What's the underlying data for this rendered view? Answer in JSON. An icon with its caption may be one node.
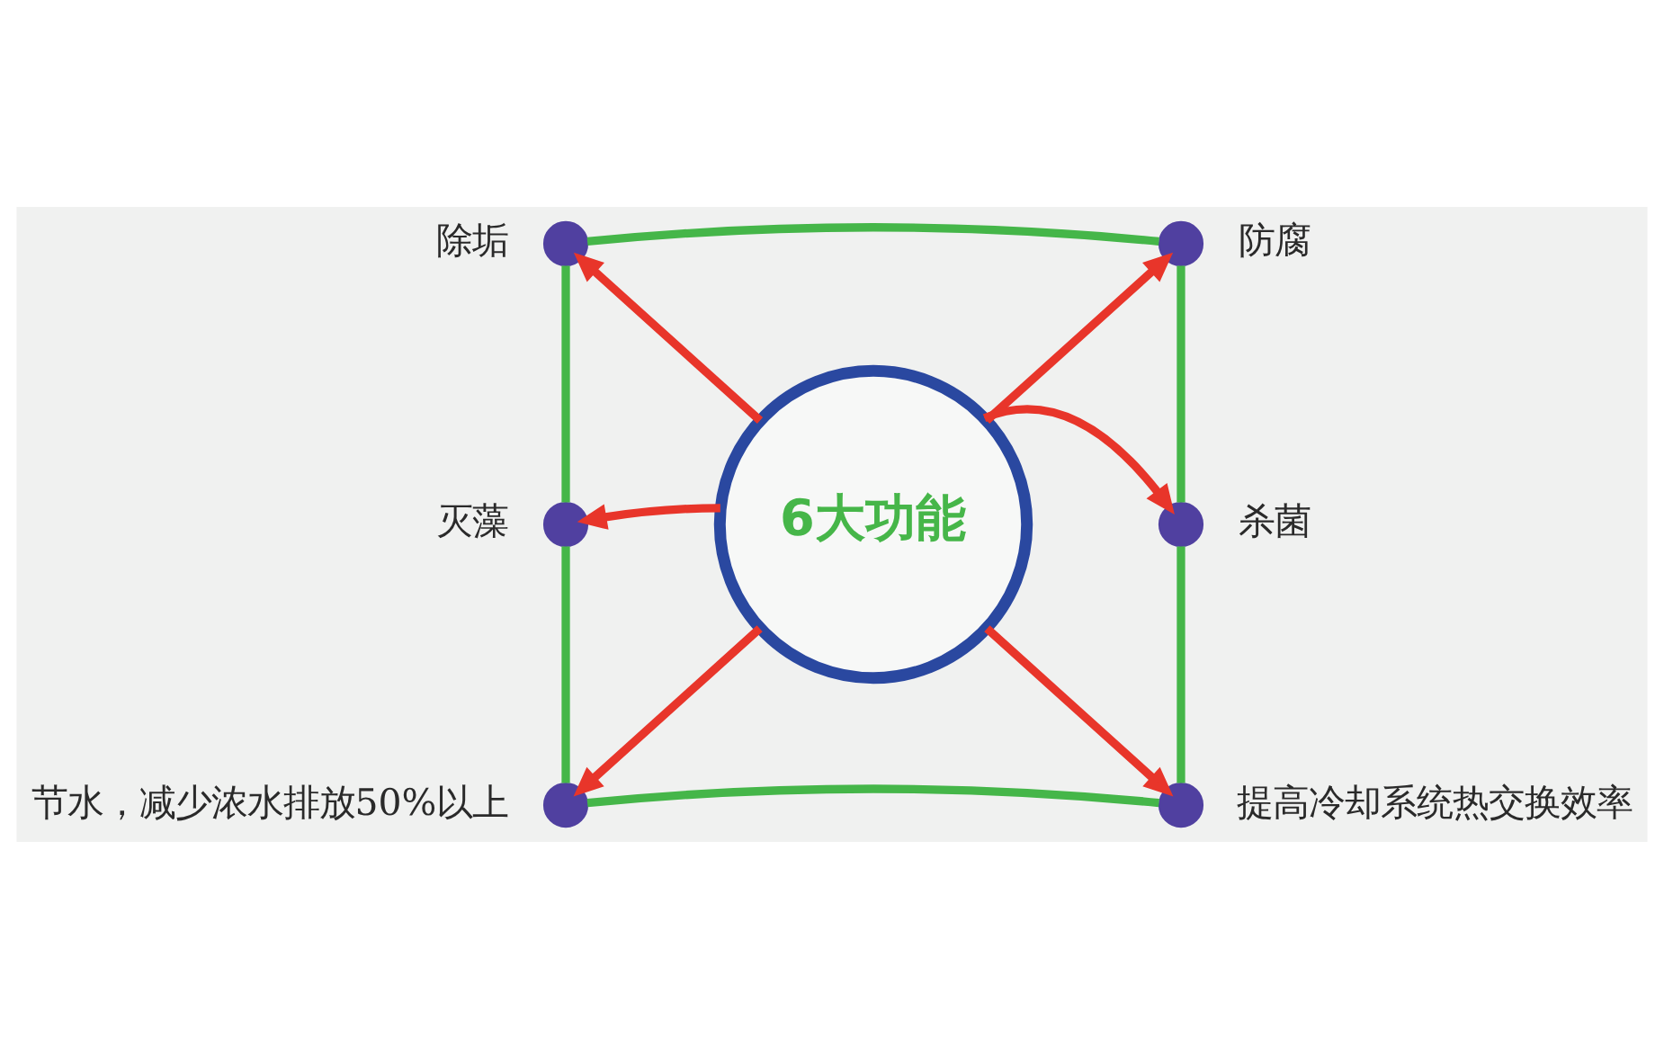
{
  "diagram": {
    "nodes": [
      {
        "text": [
          "6大功能"
        ]
      },
      {
        "text": [],
        "shape": "circle",
        "beside": [
          "除垢"
        ]
      },
      {
        "text": [],
        "shape": "circle",
        "beside": [
          "防腐"
        ]
      },
      {
        "text": [],
        "shape": "circle",
        "beside": [
          "灭藻"
        ]
      },
      {
        "text": [],
        "shape": "circle",
        "beside": [
          "杀菌"
        ]
      },
      {
        "text": [],
        "shape": "circle",
        "beside": [
          "节水，减少浓水排放50%以上"
        ]
      },
      {
        "text": [],
        "shape": "circle",
        "beside": [
          "提高冷却系统热交换效率"
        ]
      }
    ],
    "edges": [
      {
        "from": 0,
        "to": 1,
        "arrow": "to",
        "color": "#e8352a"
      },
      {
        "from": 0,
        "to": 2,
        "arrow": "to",
        "color": "#e8352a"
      },
      {
        "from": 0,
        "to": 3,
        "arrow": "to",
        "color": "#e8352a"
      },
      {
        "from": 0,
        "to": 4,
        "arrow": "to",
        "color": "#e8352a"
      },
      {
        "from": 0,
        "to": 5,
        "arrow": "to",
        "color": "#e8352a"
      },
      {
        "from": 0,
        "to": 6,
        "arrow": "to",
        "color": "#e8352a"
      },
      {
        "from": 1,
        "to": 2,
        "arrow": "none",
        "color": "#45b649"
      },
      {
        "from": 2,
        "to": 4,
        "arrow": "none",
        "color": "#45b649"
      },
      {
        "from": 4,
        "to": 6,
        "arrow": "none",
        "color": "#45b649"
      },
      {
        "from": 5,
        "to": 6,
        "arrow": "none",
        "color": "#45b649"
      },
      {
        "from": 3,
        "to": 5,
        "arrow": "none",
        "color": "#45b649"
      },
      {
        "from": 1,
        "to": 3,
        "arrow": "none",
        "color": "#45b649"
      }
    ]
  }
}
